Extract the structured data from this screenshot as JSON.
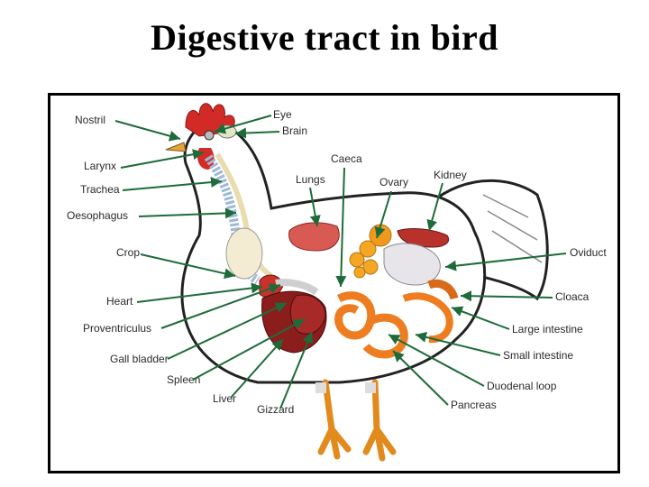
{
  "title": "Digestive tract in bird",
  "colors": {
    "arrow": "#1e6b3a",
    "comb": "#d22b27",
    "body_fill": "#ffffff",
    "outline": "#222222",
    "gizzard": "#8b1d1d",
    "intestine": "#ee7d22",
    "leg": "#e38a1d",
    "trachea": "#9fb9d8",
    "crop": "#e9ddb0",
    "egg_yolk": "#f5a623"
  },
  "labels": {
    "nostril": "Nostril",
    "eye": "Eye",
    "brain": "Brain",
    "larynx": "Larynx",
    "trachea": "Trachea",
    "oesophagus": "Oesophagus",
    "caeca": "Caeca",
    "lungs": "Lungs",
    "ovary": "Ovary",
    "kidney": "Kidney",
    "crop": "Crop",
    "oviduct": "Oviduct",
    "heart": "Heart",
    "cloaca": "Cloaca",
    "proventriculus": "Proventriculus",
    "large_intestine": "Large intestine",
    "gall_bladder": "Gall bladder",
    "small_intestine": "Small intestine",
    "spleen": "Spleen",
    "duodenal_loop": "Duodenal loop",
    "liver": "Liver",
    "pancreas": "Pancreas",
    "gizzard": "Gizzard"
  }
}
